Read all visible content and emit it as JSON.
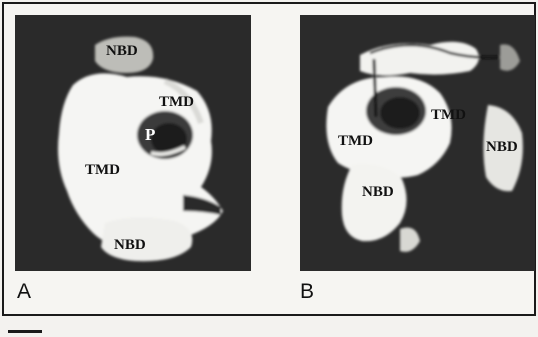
{
  "figure": {
    "panel_a": {
      "letter": "A",
      "labels": {
        "nbd_top": "NBD",
        "tmd_right": "TMD",
        "pore": "P",
        "tmd_left": "TMD",
        "nbd_bottom": "NBD"
      }
    },
    "panel_b": {
      "letter": "B",
      "labels": {
        "tmd_center": "TMD",
        "tmd_left": "TMD",
        "nbd_right": "NBD",
        "nbd_bottom": "NBD"
      }
    }
  },
  "colors": {
    "background": "#2d2d2d",
    "density": "#f4f4f2",
    "page": "#f3f2ef",
    "ink": "#111111"
  }
}
